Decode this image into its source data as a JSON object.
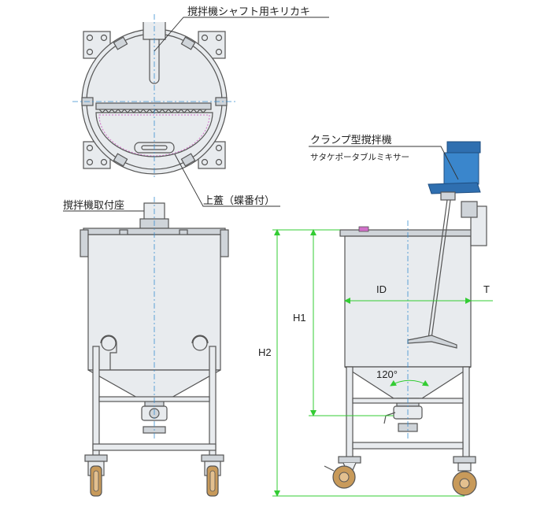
{
  "labels": {
    "shaft_notch": "撹拌機シャフト用キリカキ",
    "lid_hinge": "上蓋（蝶番付）",
    "mount_seat": "撹拌機取付座",
    "clamp_mixer": "クランプ型撹拌機",
    "portable_mixer": "サタケポータブルミキサー"
  },
  "dimensions": {
    "id": "ID",
    "t": "T",
    "h1": "H1",
    "h2": "H2",
    "angle": "120°"
  },
  "colors": {
    "line": "#555555",
    "steel": "#e8ebee",
    "steel_dark": "#c9ced3",
    "dim_green": "#33cc33",
    "center_blue": "#3a8fd0",
    "motor_blue": "#2f6fb0",
    "wheel": "#c89a5a",
    "pink": "#d070c8"
  }
}
